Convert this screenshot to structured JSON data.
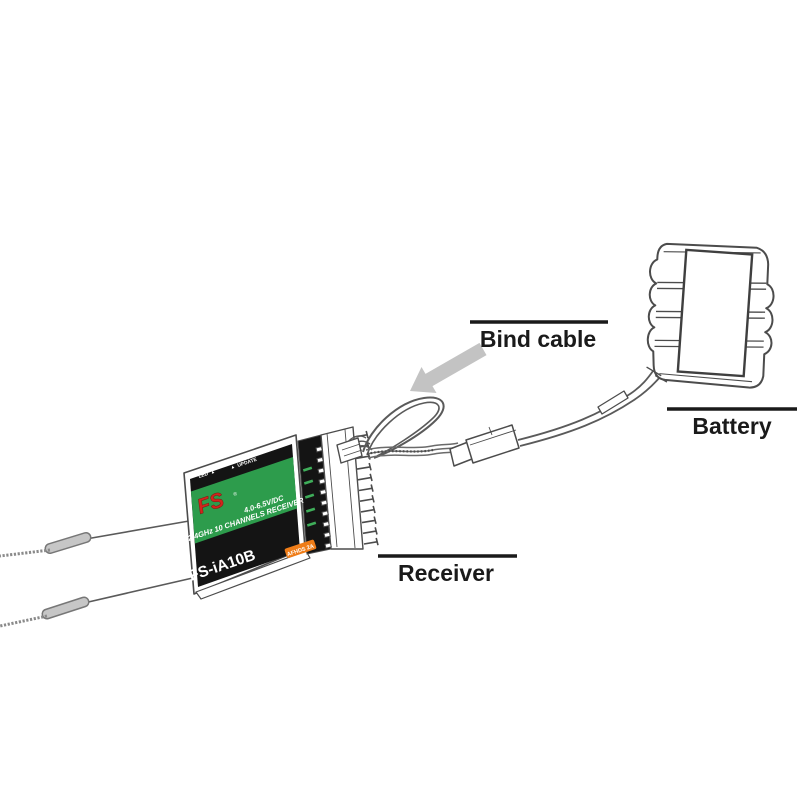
{
  "figure": {
    "type": "wiring-diagram",
    "caption_labels": {
      "bind_cable": "Bind cable",
      "battery": "Battery",
      "receiver": "Receiver"
    },
    "receiver_label": {
      "brand_mark": "FS",
      "reg_mark": "®",
      "led": "LED",
      "led_icon": "▲",
      "update": "UPDATE",
      "update_icon": "▲",
      "voltage": "4.0-6.5V/DC",
      "spec": "2.4GHz 10 CHANNELS RECEIVER",
      "model": "FS-iA10B",
      "protocol": "AFHDS 2A"
    },
    "colors": {
      "label_green": "#2d9c4c",
      "device_black": "#141414",
      "brand_red": "#d2251d",
      "badge_orange": "#ef7d18",
      "outline_gray": "#4c4c4c",
      "arrow_gray": "#c3c3c3",
      "sleeve_gray": "#bdbdbd",
      "caption_text": "#1a1a1a"
    }
  }
}
